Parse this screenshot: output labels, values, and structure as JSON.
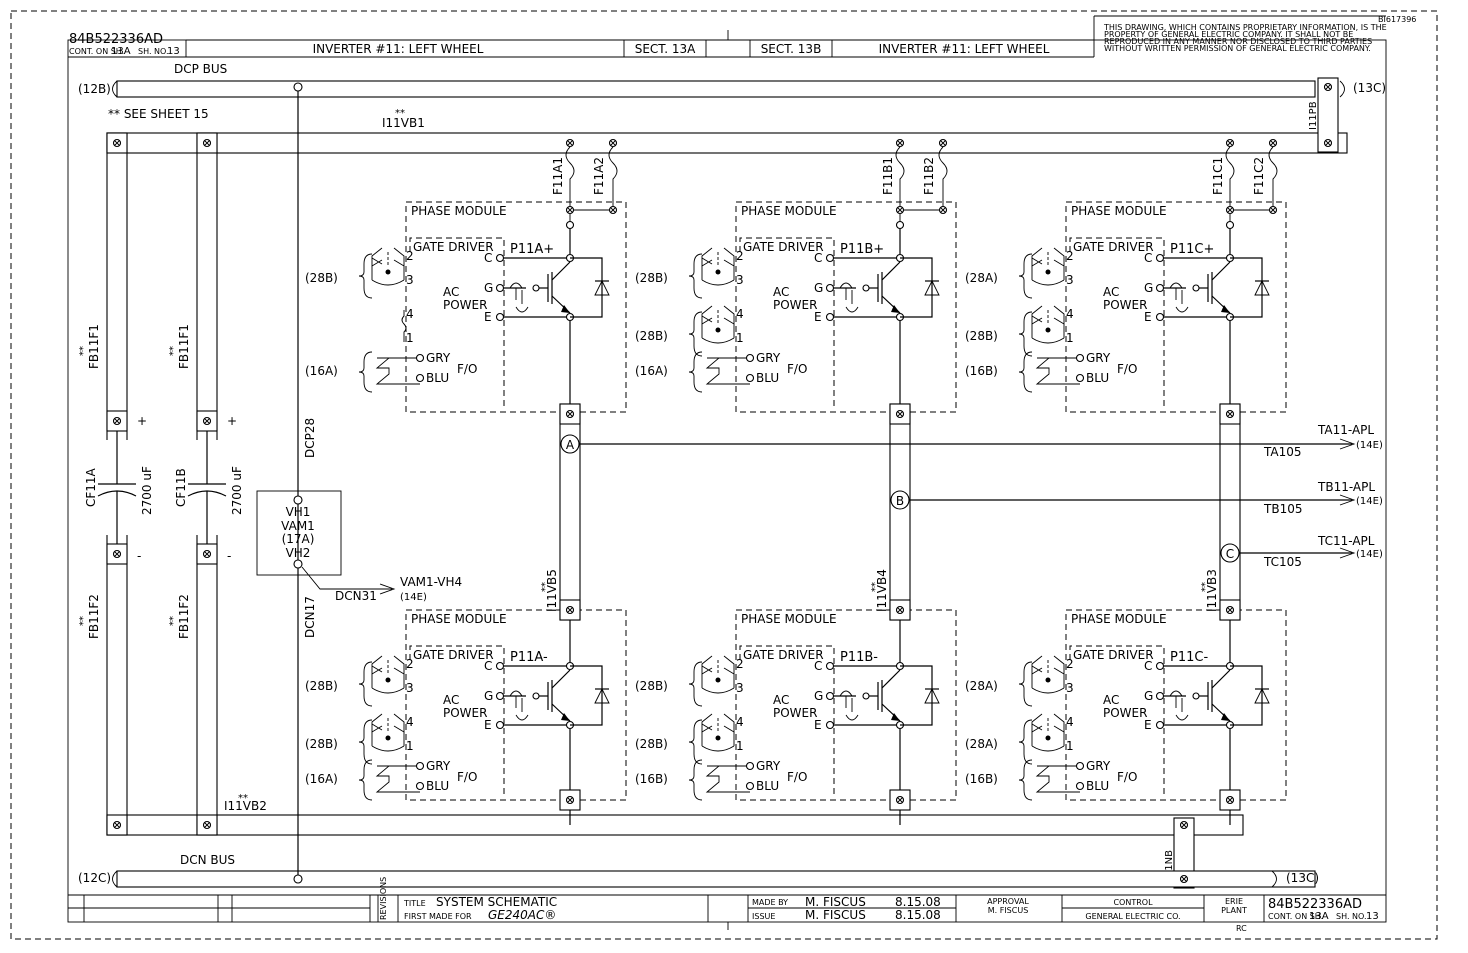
{
  "header": {
    "drawing_no": "84B522336AD",
    "cont_on": "CONT. ON SH.",
    "cont_sheet": "13A",
    "sh_no_label": "SH. NO.",
    "sh_no": "13",
    "left_title": "INVERTER #11: LEFT WHEEL",
    "sect_a": "SECT. 13A",
    "sect_b": "SECT. 13B",
    "right_title": "INVERTER #11: LEFT WHEEL",
    "proprietary": [
      "THIS DRAWING, WHICH CONTAINS PROPRIETARY INFORMATION, IS THE",
      "PROPERTY OF GENERAL ELECTRIC COMPANY.  IT SHALL NOT BE",
      "REPRODUCED IN ANY MANNER NOR DISCLOSED TO THIRD PARTIES",
      "WITHOUT WRITTEN PERMISSION OF GENERAL ELECTRIC COMPANY."
    ],
    "corner_id": "BI617396"
  },
  "buses": {
    "dcp_bus": "DCP BUS",
    "dcn_bus": "DCN BUS",
    "ref_12b": "(12B)",
    "ref_13c_top": "(13C)",
    "ref_12c": "(12C)",
    "ref_13c_bot": "(13C)",
    "pos_bus_ref": "I11PB",
    "neg_bus_ref": "I11NB",
    "see_sheet": "** SEE SHEET 15",
    "stars": "**",
    "vb1": "I11VB1",
    "vb2": "I11VB2",
    "vb3": "I11VB3",
    "vb4": "I11VB4",
    "vb5": "I11VB5",
    "dcp28": "DCP28",
    "dcn17": "DCN17",
    "dcn31": "DCN31"
  },
  "caps": {
    "fb11f1": "FB11F1",
    "fb11f2": "FB11F2",
    "cf11a": "CF11A",
    "cf11b": "CF11B",
    "value": "2700 uF",
    "plus": "+",
    "minus": "-"
  },
  "vam": {
    "vh1": "VH1",
    "name": "VAM1",
    "ref": "(17A)",
    "vh2": "VH2",
    "out": "VAM1-VH4",
    "out_ref": "(14E)"
  },
  "fuses": [
    "F11A1",
    "F11A2",
    "F11B1",
    "F11B2",
    "F11C1",
    "F11C2"
  ],
  "module": {
    "phase_module": "PHASE MODULE",
    "gate_driver": "GATE DRIVER",
    "ac": "AC",
    "power": "POWER",
    "c": "C",
    "g": "G",
    "e": "E",
    "gry": "GRY",
    "blu": "BLU",
    "fo": "F/O",
    "p2": "2",
    "p3": "3",
    "p4": "4",
    "p1": "1"
  },
  "modules": [
    {
      "id": "P11A+",
      "ref1": "(28B)",
      "ref2": "",
      "ref3": "(16A)"
    },
    {
      "id": "P11B+",
      "ref1": "(28B)",
      "ref2": "(28B)",
      "ref3": "(16A)"
    },
    {
      "id": "P11C+",
      "ref1": "(28A)",
      "ref2": "(28B)",
      "ref3": "(16B)"
    },
    {
      "id": "P11A-",
      "ref1": "(28B)",
      "ref2": "(28B)",
      "ref3": "(16A)"
    },
    {
      "id": "P11B-",
      "ref1": "(28B)",
      "ref2": "(28B)",
      "ref3": "(16B)"
    },
    {
      "id": "P11C-",
      "ref1": "(28A)",
      "ref2": "(28A)",
      "ref3": "(16B)"
    }
  ],
  "phases": {
    "a": "A",
    "b": "B",
    "c": "C",
    "ta": "TA11-APL",
    "tb": "TB11-APL",
    "tc": "TC11-APL",
    "ref": "(14E)",
    "ta105": "TA105",
    "tb105": "TB105",
    "tc105": "TC105"
  },
  "titleblock": {
    "revisions": "REVISIONS",
    "title_label": "TITLE",
    "title": "SYSTEM SCHEMATIC",
    "first_made_label": "FIRST MADE FOR",
    "first_made": "GE240AC®",
    "made_by_label": "MADE BY",
    "made_by": "M. FISCUS",
    "made_date": "8.15.08",
    "issue_label": "ISSUE",
    "issue_by": "M. FISCUS",
    "issue_date": "8.15.08",
    "approval_label": "APPROVAL",
    "approval": "M. FISCUS",
    "control_label": "CONTROL",
    "control": "GENERAL ELECTRIC CO.",
    "erie": "ERIE",
    "plant": "PLANT",
    "drawing_no": "84B522336AD",
    "cont_on": "CONT. ON SH.",
    "cont_sheet": "13A",
    "sh_no_label": "SH. NO.",
    "sh_no": "13",
    "rc": "RC"
  }
}
